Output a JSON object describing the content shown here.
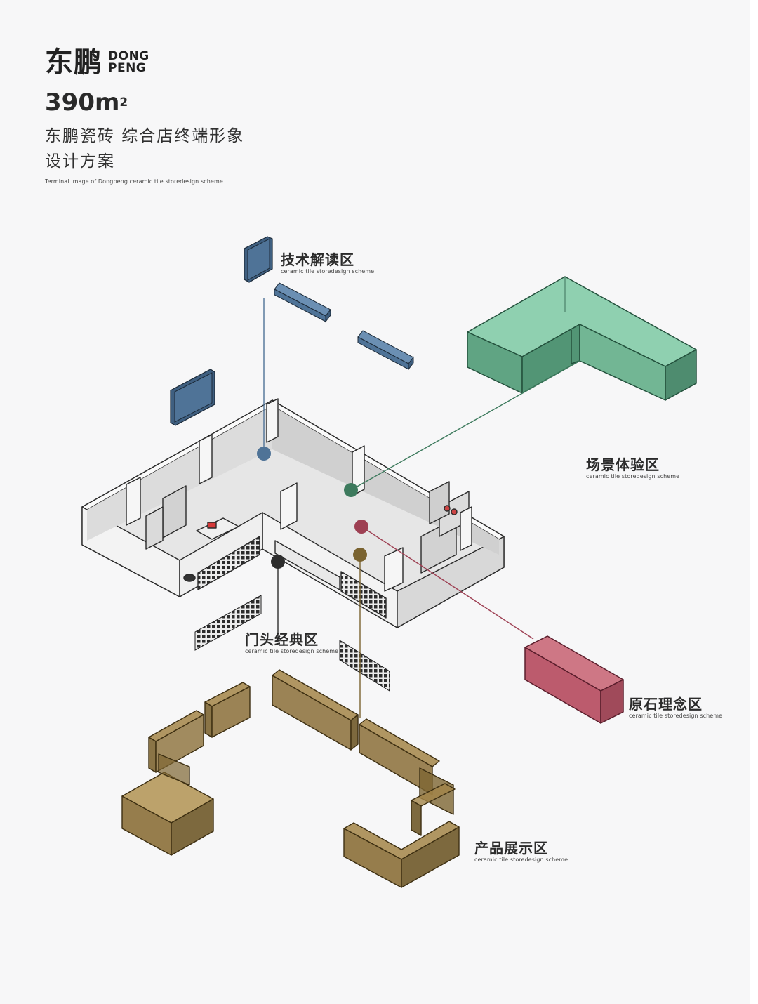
{
  "brand": {
    "name_cn": "东鹏",
    "name_en_line1": "DONG",
    "name_en_line2": "PENG"
  },
  "header": {
    "area": "390m",
    "area_sup": "2",
    "title_line1": "东鹏瓷砖  综合店终端形象",
    "title_line2": "设计方案",
    "title_en": "Terminal image of Dongpeng ceramic tile storedesign scheme"
  },
  "zones": [
    {
      "cn": "技术解读区",
      "en": "ceramic tile storedesign scheme",
      "color": "#4f7397"
    },
    {
      "cn": "场景体验区",
      "en": "ceramic tile storedesign scheme",
      "color": "#3d7a5d"
    },
    {
      "cn": "门头经典区",
      "en": "ceramic tile storedesign scheme",
      "color": "#2d2d2d"
    },
    {
      "cn": "原石理念区",
      "en": "ceramic tile storedesign scheme",
      "color": "#9e4053"
    },
    {
      "cn": "产品展示区",
      "en": "ceramic tile storedesign scheme",
      "color": "#7a6330"
    }
  ]
}
